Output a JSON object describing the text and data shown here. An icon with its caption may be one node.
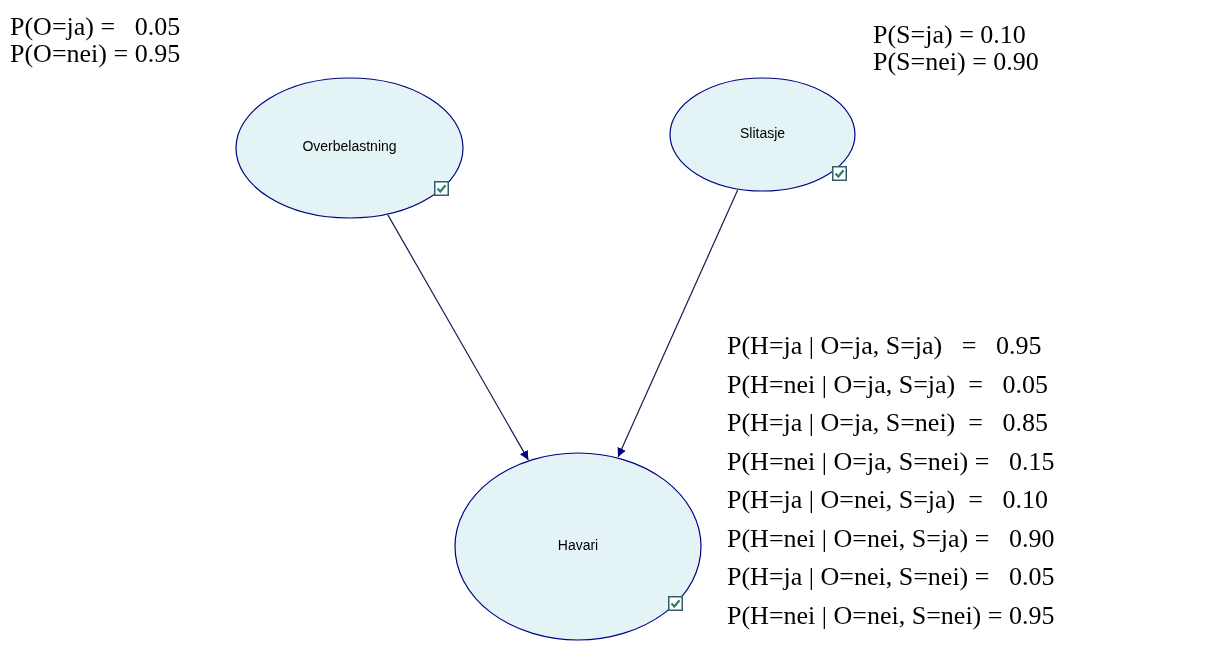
{
  "diagram": {
    "nodes": [
      {
        "text": [
          "Overbelastning"
        ],
        "beside": [
          "P(O=ja) =   0.05",
          "P(O=nei) = 0.95"
        ]
      },
      {
        "text": [
          "Slitasje"
        ],
        "beside": [
          "P(S=ja) = 0.10",
          "P(S=nei) = 0.90"
        ]
      },
      {
        "text": [
          "Havari"
        ],
        "beside": [
          "P(H=ja | O=ja, S=ja)   =   0.95",
          "P(H=nei | O=ja, S=ja)  =   0.05",
          "P(H=ja | O=ja, S=nei)  =   0.85",
          "P(H=nei | O=ja, S=nei) =   0.15",
          "P(H=ja | O=nei, S=ja)  =   0.10",
          "P(H=nei | O=nei, S=ja) =   0.90",
          "P(H=ja | O=nei, S=nei) =   0.05",
          "P(H=nei | O=nei, S=nei) = 0.95"
        ]
      }
    ],
    "edges": [
      {
        "from": 0,
        "to": 2,
        "arrow": "to"
      },
      {
        "from": 1,
        "to": 2,
        "arrow": "to"
      }
    ]
  }
}
